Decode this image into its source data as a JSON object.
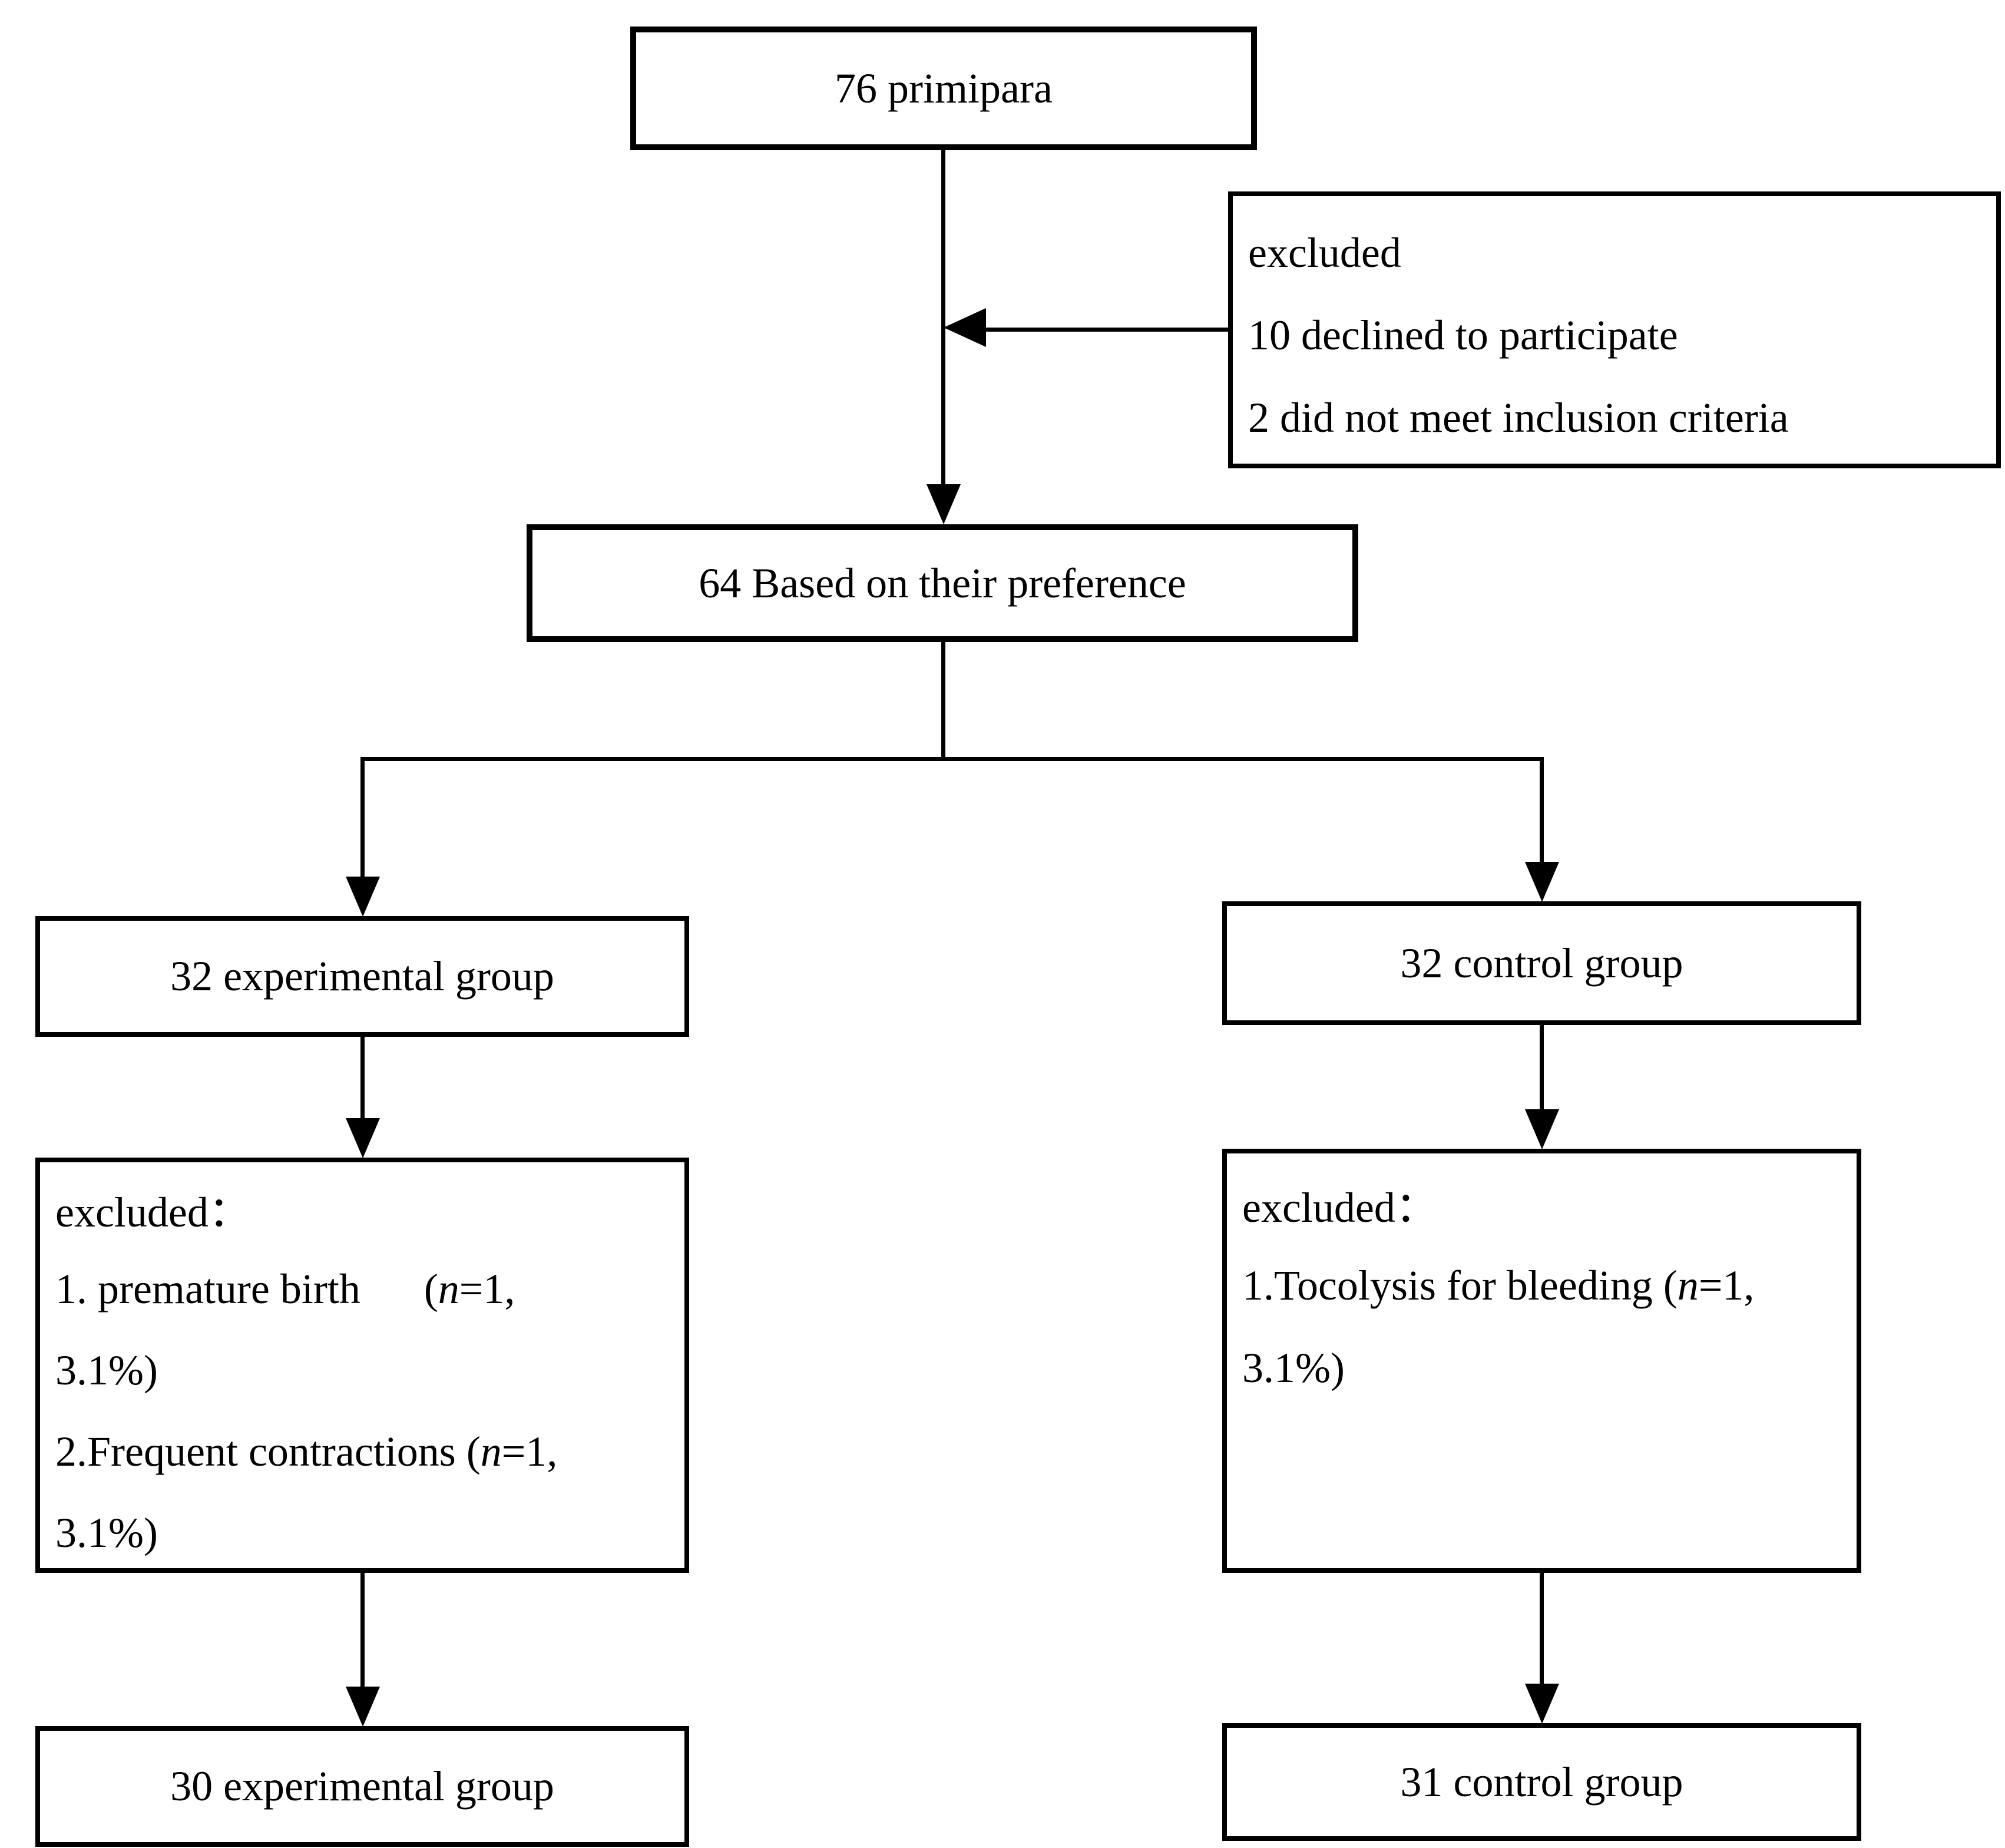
{
  "colors": {
    "ink": "#000000",
    "background": "#ffffff"
  },
  "flowchart": {
    "enrollment": {
      "label": "76 primipara"
    },
    "excluded_initial": {
      "line1": "excluded",
      "line2": "10 declined to participate",
      "line3": "2 did not meet inclusion criteria"
    },
    "preference": {
      "label": "64 Based on their preference"
    },
    "experimental": {
      "allocated_label": "32 experimental group",
      "excluded": {
        "title": "excluded：",
        "item1_before": "1. premature birth      (",
        "item1_n": "n",
        "item1_after": "=1,",
        "item1_cont": "3.1%)",
        "item2_before": "2.Frequent contractions (",
        "item2_n": "n",
        "item2_after": "=1,",
        "item2_cont": "3.1%)"
      },
      "final_label": "30 experimental group"
    },
    "control": {
      "allocated_label": "32 control group",
      "excluded": {
        "title": "excluded：",
        "item1_before": "1.Tocolysis for bleeding (",
        "item1_n": "n",
        "item1_after": "=1,",
        "item1_cont": "3.1%)"
      },
      "final_label": "31 control group"
    }
  }
}
